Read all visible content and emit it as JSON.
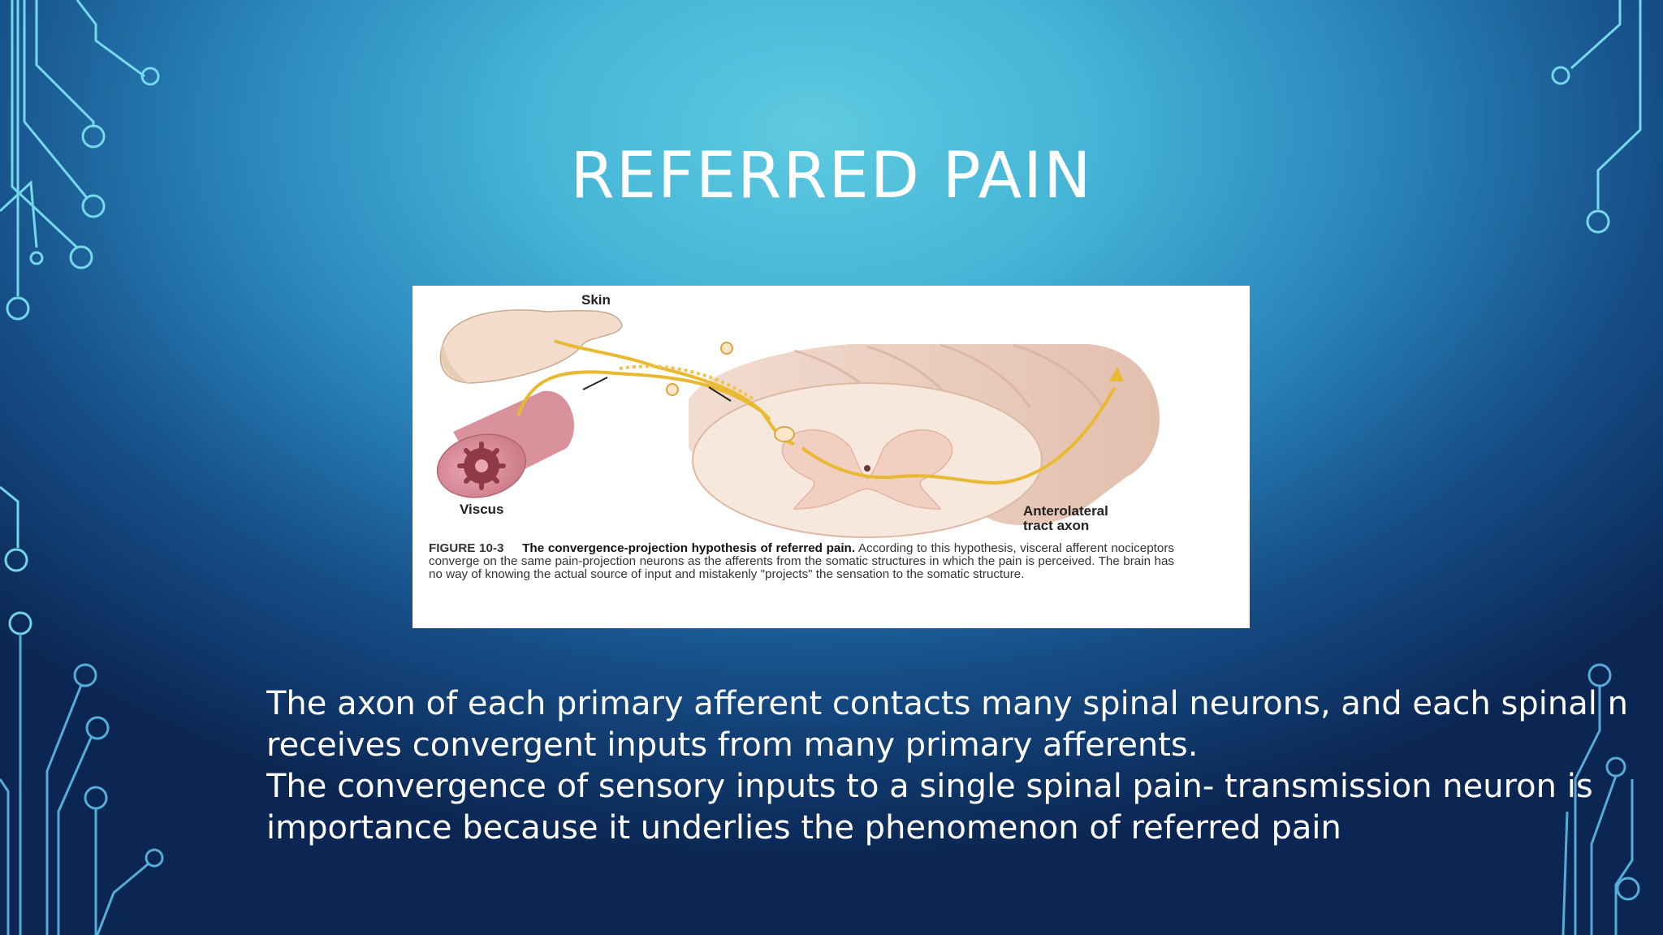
{
  "slide": {
    "title": "REFERRED PAIN"
  },
  "figure": {
    "labels": {
      "skin": "Skin",
      "viscus": "Viscus",
      "anterolateral": "Anterolateral",
      "tract_axon": "tract axon"
    },
    "caption": {
      "figure_number": "FIGURE 10-3",
      "figure_title": "The convergence-projection hypothesis of referred pain.",
      "text": "According to this hypothesis, visceral afferent nociceptors converge on the same pain-projection neurons as the afferents from the somatic structures in which the pain is perceived. The brain has no way of knowing the actual source of input and mistakenly \"projects\" the sensation to the somatic structure."
    }
  },
  "body": {
    "lines": [
      "The axon of each primary afferent contacts many spinal neurons, and each spinal n",
      "receives convergent inputs from many primary afferents.",
      "The convergence of sensory inputs to a single spinal pain- transmission neuron is",
      "importance because it underlies the phenomenon of referred pain"
    ]
  }
}
